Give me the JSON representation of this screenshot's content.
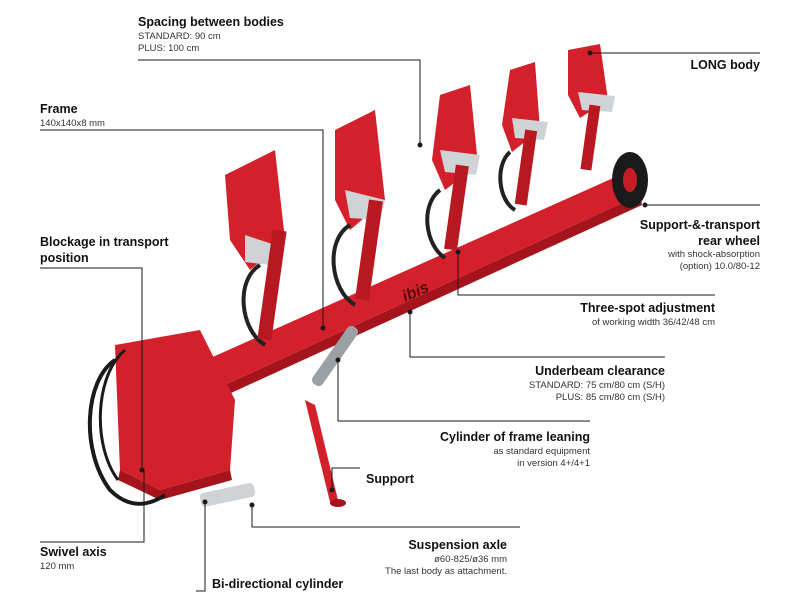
{
  "labels": {
    "spacing": {
      "title": "Spacing between bodies",
      "lines": [
        "STANDARD: 90 cm",
        "PLUS: 100 cm"
      ]
    },
    "frame": {
      "title": "Frame",
      "lines": [
        "140x140x8 mm"
      ]
    },
    "blockage": {
      "title_lines": [
        "Blockage in transport",
        "position"
      ]
    },
    "swivel": {
      "title": "Swivel axis",
      "lines": [
        "120 mm"
      ]
    },
    "bidir": {
      "title": "Bi-directional cylinder"
    },
    "suspension": {
      "title": "Suspension axle",
      "lines": [
        "ø60-825/ø36 mm",
        "The last body as attachment."
      ]
    },
    "support": {
      "title": "Support"
    },
    "cylinder_frame": {
      "title": "Cylinder of frame leaning",
      "lines": [
        "as standard equipment",
        "in version 4+/4+1"
      ]
    },
    "underbeam": {
      "title": "Underbeam clearance",
      "lines": [
        "STANDARD: 75 cm/80 cm (S/H)",
        "PLUS: 85 cm/80 cm (S/H)"
      ]
    },
    "three_spot": {
      "title": "Three-spot adjustment",
      "lines": [
        "of working width 36/42/48 cm"
      ]
    },
    "wheel": {
      "title_lines": [
        "Support-&-transport",
        "rear wheel"
      ],
      "lines": [
        "with shock-absorption",
        "(option) 10.0/80-12"
      ]
    },
    "long_body": {
      "title": "LONG body"
    }
  },
  "machine": {
    "brand_text": "ibis",
    "body_color": "#d4202a",
    "shade_color": "#a5141c",
    "steel_color": "#cfd3d6"
  }
}
